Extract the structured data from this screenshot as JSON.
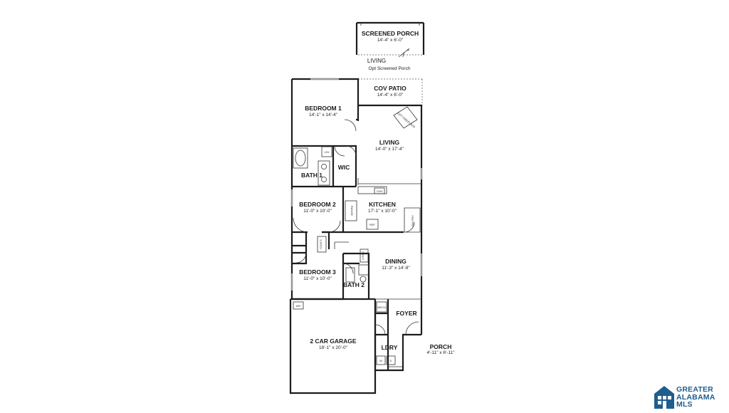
{
  "rooms": {
    "screened_porch": {
      "name": "SCREENED PORCH",
      "dim": "14'-4\" x 6'-0\""
    },
    "living_opt_label": {
      "name": "LIVING",
      "sub": "Opt Screened Porch"
    },
    "cov_patio": {
      "name": "COV PATIO",
      "dim": "14'-4\" x 6'-0\""
    },
    "bedroom1": {
      "name": "BEDROOM 1",
      "dim": "14'-1\" x 14'-4\""
    },
    "living": {
      "name": "LIVING",
      "dim": "14'-0\" x 17'-4\""
    },
    "bath1": {
      "name": "BATH 1"
    },
    "wic": {
      "name": "WIC"
    },
    "bedroom2": {
      "name": "BEDROOM 2",
      "dim": "11'-0\" x 10'-0\""
    },
    "kitchen": {
      "name": "KITCHEN",
      "dim": "17'-1\" x 10'-0\""
    },
    "dining": {
      "name": "DINING",
      "dim": "11'-3\" x 14'-8\""
    },
    "bedroom3": {
      "name": "BEDROOM 3",
      "dim": "11'-0\" x 10'-0\""
    },
    "bath2": {
      "name": "BATH 2"
    },
    "foyer": {
      "name": "FOYER"
    },
    "garage": {
      "name": "2 CAR GARAGE",
      "dim": "18'-1\" x 20'-0\""
    },
    "ldry": {
      "name": "LDRY"
    },
    "porch": {
      "name": "PORCH",
      "dim": "4'-11\" x 6'-11\""
    }
  },
  "small_labels": {
    "opt_fireplace": "OPT FIREPLACE",
    "lin": "LIN",
    "ovn": "OVN",
    "pantry": "PANTRY",
    "ref": "REF",
    "coats": "COATS",
    "linen": "LINEN",
    "mech": "MECH",
    "wh": "WH",
    "w": "W",
    "d": "D",
    "range": "RANGE"
  },
  "brand": {
    "line1": "GREATER",
    "line2": "ALABAMA",
    "line3": "MLS",
    "color": "#1f5d8e"
  }
}
